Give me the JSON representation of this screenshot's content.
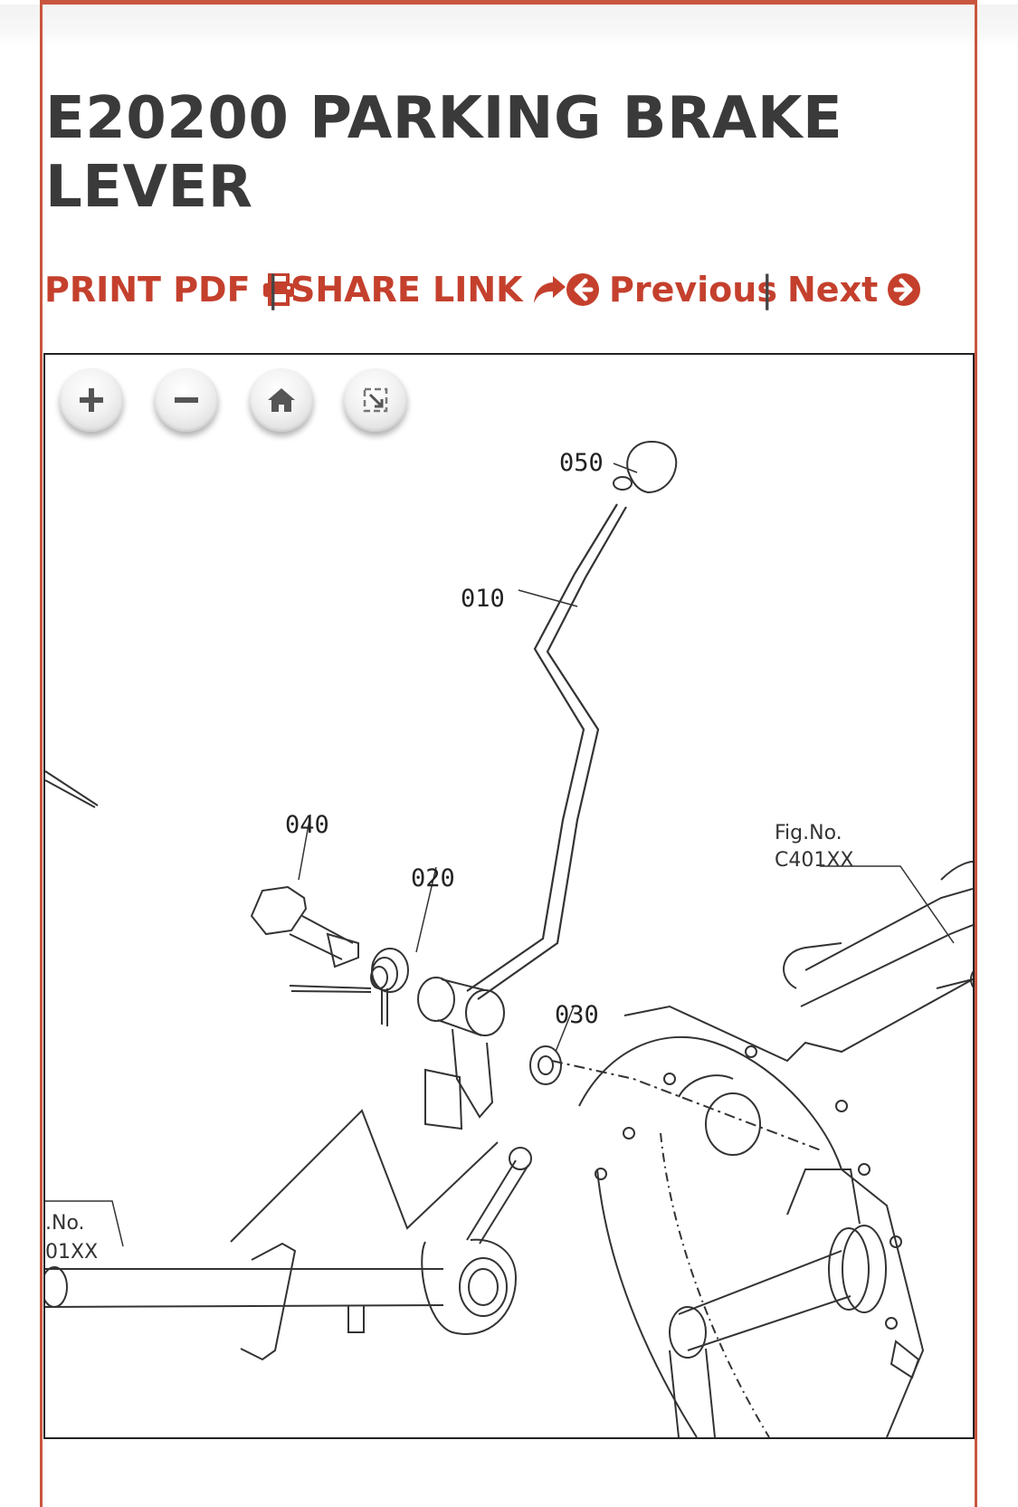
{
  "page": {
    "title": "E20200 PARKING BRAKE LEVER"
  },
  "actions": {
    "print_pdf": "PRINT PDF",
    "separator": "|",
    "share_link": "SHARE LINK",
    "previous": "Previous",
    "next": "Next"
  },
  "icons": {
    "print": "printer-icon",
    "share": "share-arrow-icon",
    "previous": "circle-arrow-left-icon",
    "next": "circle-arrow-right-icon",
    "zoom_in": "plus-icon",
    "zoom_out": "minus-icon",
    "home": "home-icon",
    "fullscreen": "fullscreen-icon"
  },
  "colors": {
    "accent": "#c4402d",
    "title": "#3a3a3a",
    "frame": "#c9553f"
  },
  "diagram": {
    "part_labels": [
      "050",
      "010",
      "040",
      "020",
      "030"
    ],
    "fig_label_right_line1": "Fig.No.",
    "fig_label_right_line2": "C401XX",
    "fig_label_left_line1": ".No.",
    "fig_label_left_line2": "01XX"
  }
}
